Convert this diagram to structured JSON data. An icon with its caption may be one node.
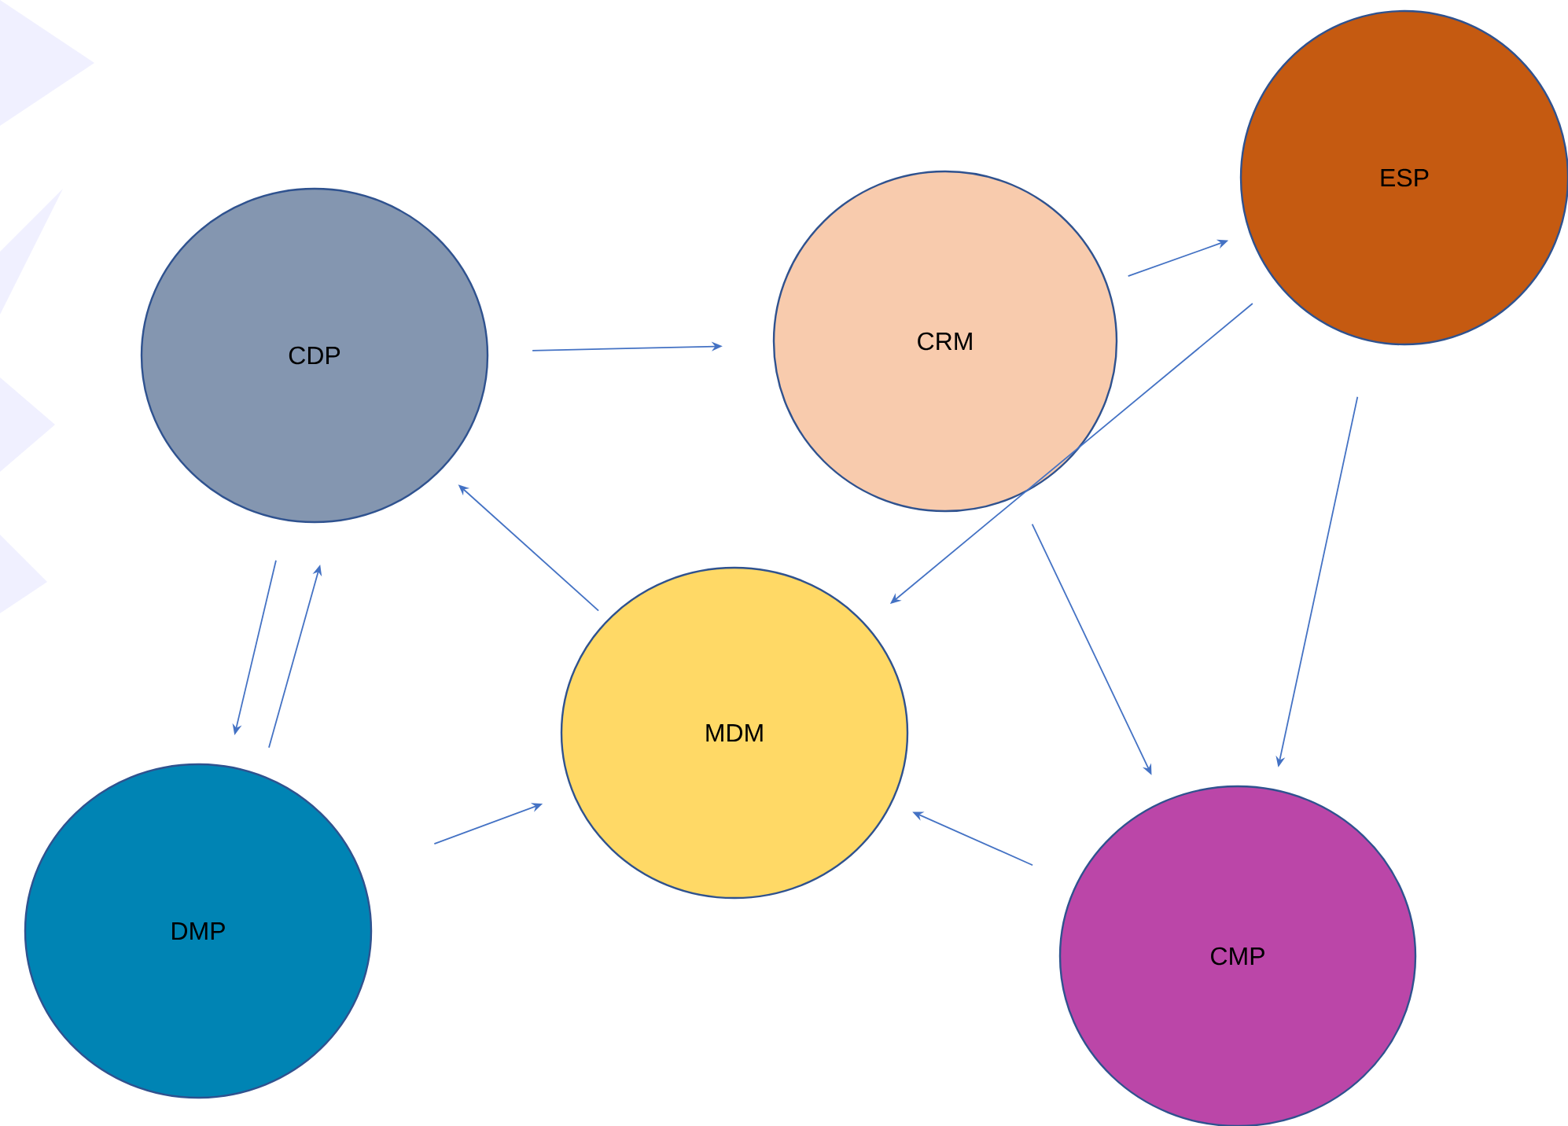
{
  "diagram": {
    "nodes": [
      {
        "text": [
          "CDP"
        ]
      },
      {
        "text": [
          "CRM"
        ]
      },
      {
        "text": [
          "ESP"
        ]
      },
      {
        "text": [
          "MDM"
        ]
      },
      {
        "text": [
          "DMP"
        ]
      },
      {
        "text": [
          "CMP"
        ]
      }
    ],
    "edges": [
      {
        "from": 0,
        "to": 1,
        "arrow": "to"
      },
      {
        "from": 1,
        "to": 2,
        "arrow": "to"
      },
      {
        "from": 2,
        "to": 3,
        "arrow": "to"
      },
      {
        "from": 2,
        "to": 5,
        "arrow": "to"
      },
      {
        "from": 1,
        "to": 5,
        "arrow": "to"
      },
      {
        "from": 5,
        "to": 3,
        "arrow": "to"
      },
      {
        "from": 3,
        "to": 0,
        "arrow": "to"
      },
      {
        "from": 4,
        "to": 3,
        "arrow": "to"
      },
      {
        "from": 0,
        "to": 4,
        "arrow": "to"
      },
      {
        "from": 4,
        "to": 0,
        "arrow": "to"
      }
    ]
  }
}
